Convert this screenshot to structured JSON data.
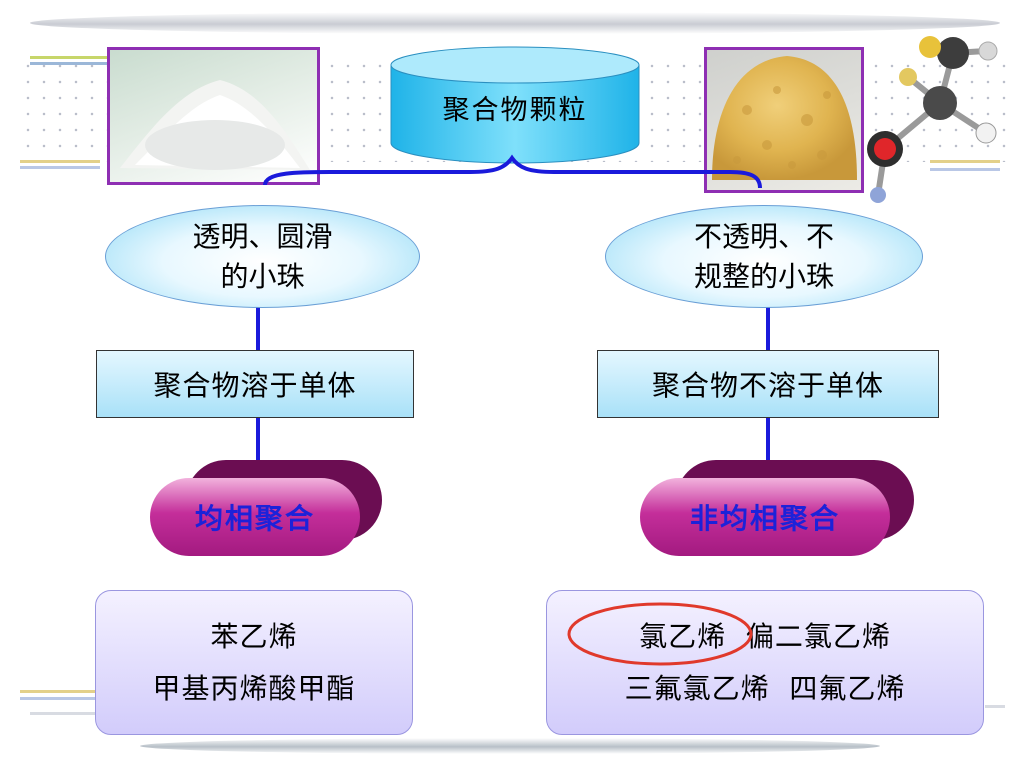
{
  "top": {
    "title": "聚合物颗粒"
  },
  "left": {
    "ellipse_line1": "透明、圆滑",
    "ellipse_line2": "的小珠",
    "box": "聚合物溶于单体",
    "pill": "均相聚合",
    "examples": [
      "苯乙烯",
      "甲基丙烯酸甲酯"
    ]
  },
  "right": {
    "ellipse_line1": "不透明、不",
    "ellipse_line2": "规整的小珠",
    "box": "聚合物不溶于单体",
    "pill": "非均相聚合",
    "examples": [
      "氯乙烯  偏二氯乙烯",
      "三氟氯乙烯  四氟乙烯"
    ]
  },
  "highlight": {
    "circled_text": "氯乙烯",
    "color": "#e0392b"
  },
  "colors": {
    "connector": "#1a1adb",
    "pill_text": "#1c22d9",
    "photo_border": "#8e2fb3",
    "cylinder": "#33c3f0"
  }
}
